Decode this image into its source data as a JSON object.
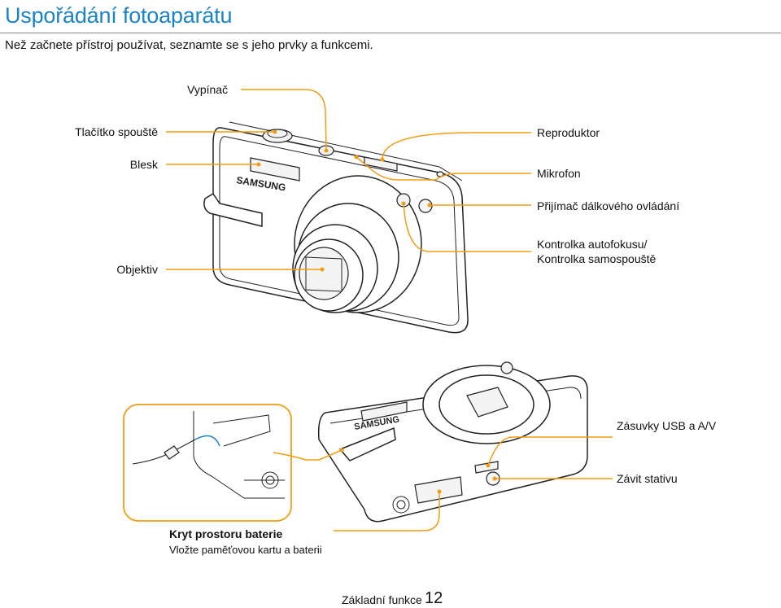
{
  "header": {
    "title": "Uspořádání fotoaparátu",
    "subtitle": "Než začnete přístroj používat, seznamte se s jeho prvky a funkcemi."
  },
  "front_labels": {
    "power": "Vypínač",
    "shutter": "Tlačítko spouště",
    "flash": "Blesk",
    "lens": "Objektiv",
    "speaker": "Reproduktor",
    "mic": "Mikrofon",
    "remote": "Přijímač dálkového ovládání",
    "af_lamp_1": "Kontrolka autofokusu/",
    "af_lamp_2": "Kontrolka samospouště"
  },
  "bottom_labels": {
    "usb": "Zásuvky USB a A/V",
    "tripod": "Závit stativu",
    "battery_cover": "Kryt prostoru baterie",
    "battery_note": "Vložte paměťovou kartu a baterii"
  },
  "camera_branding": {
    "front_logo": "SAMSUNG",
    "bottom_logo": "SAMSUNG"
  },
  "footer": {
    "section": "Základní funkce",
    "page": "12"
  },
  "colors": {
    "title": "#1a84c7",
    "callout": "#f39c12"
  }
}
